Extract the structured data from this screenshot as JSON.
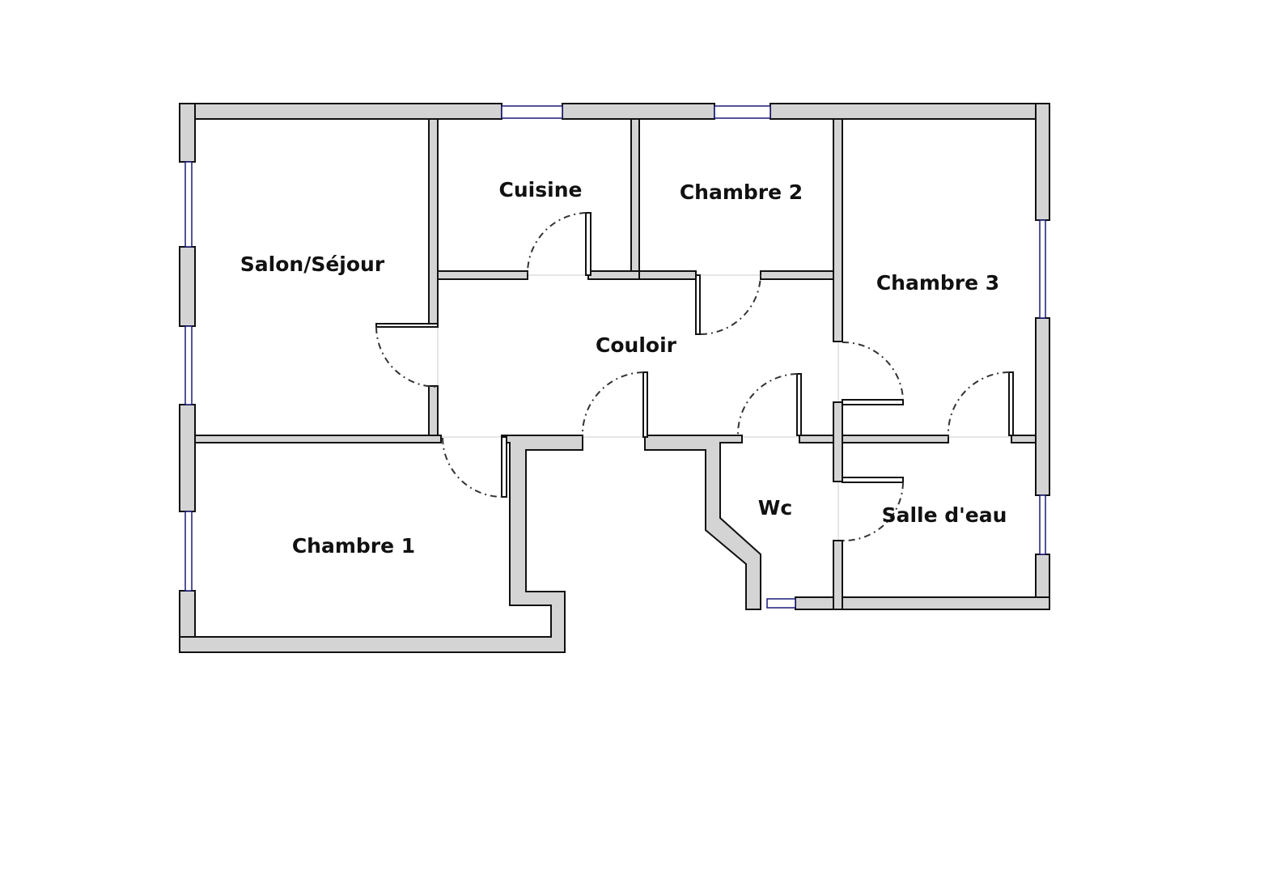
{
  "plan": {
    "rooms": {
      "salon": "Salon/Séjour",
      "cuisine": "Cuisine",
      "chambre2": "Chambre 2",
      "chambre3": "Chambre 3",
      "couloir": "Couloir",
      "wc": "Wc",
      "salle_eau": "Salle d'eau",
      "chambre1": "Chambre 1"
    },
    "colors": {
      "wall": "#d4d4d4",
      "outline": "#111111",
      "window": "#1a1a7a"
    }
  }
}
